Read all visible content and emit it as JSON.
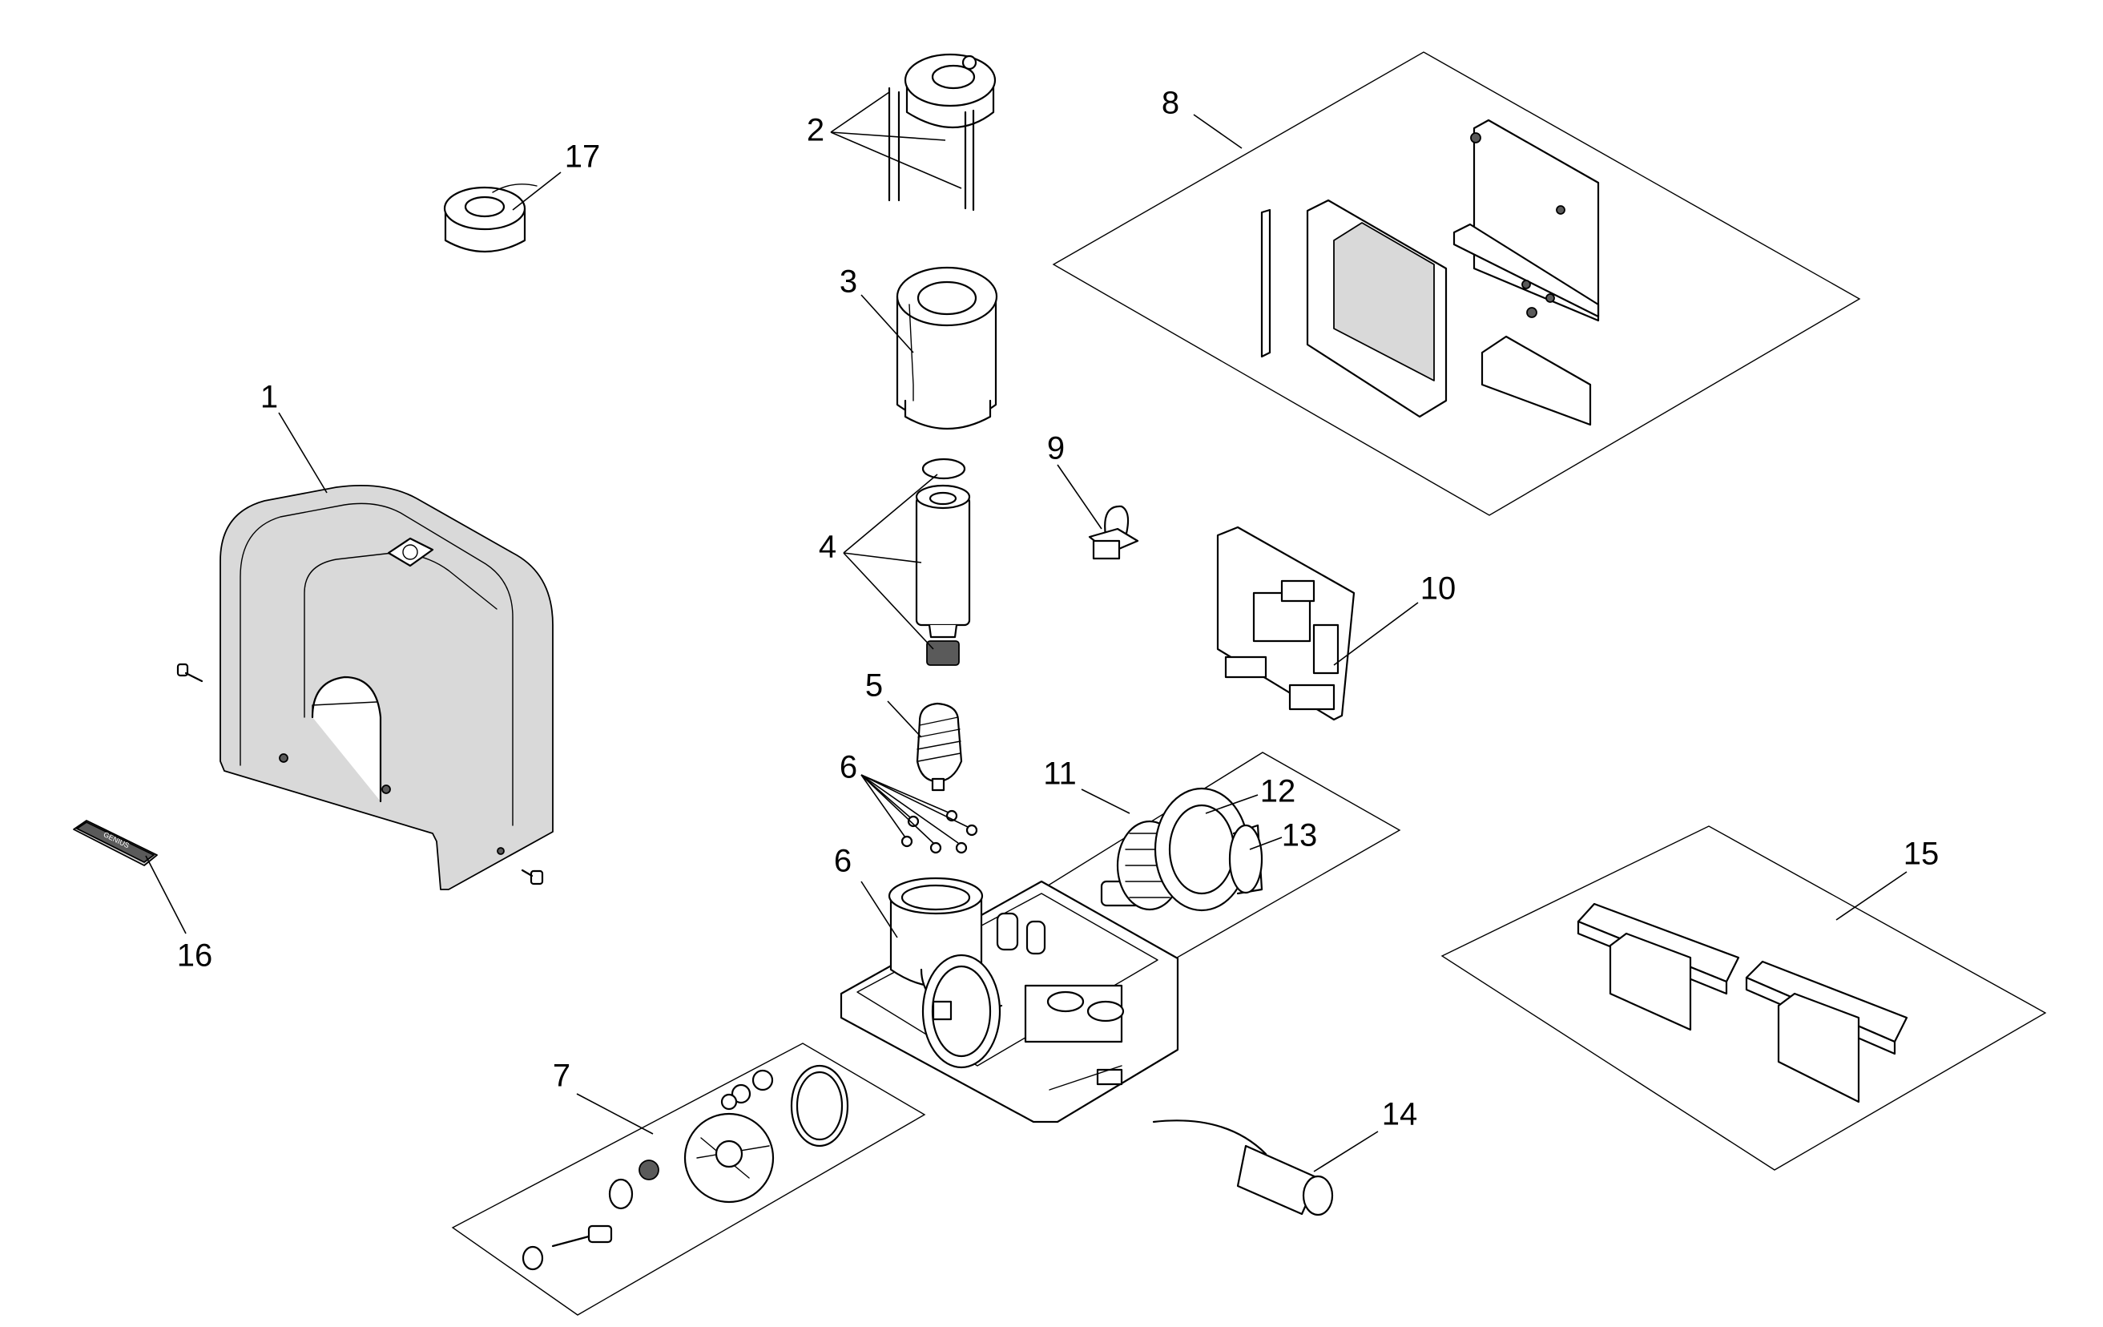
{
  "labels": {
    "p1": "1",
    "p2": "2",
    "p3": "3",
    "p4": "4",
    "p5": "5",
    "p6a": "6",
    "p6b": "6",
    "p7": "7",
    "p8": "8",
    "p9": "9",
    "p10": "10",
    "p11": "11",
    "p12": "12",
    "p13": "13",
    "p14": "14",
    "p15": "15",
    "p16": "16",
    "p17": "17"
  },
  "badge_text": "GENIUS"
}
